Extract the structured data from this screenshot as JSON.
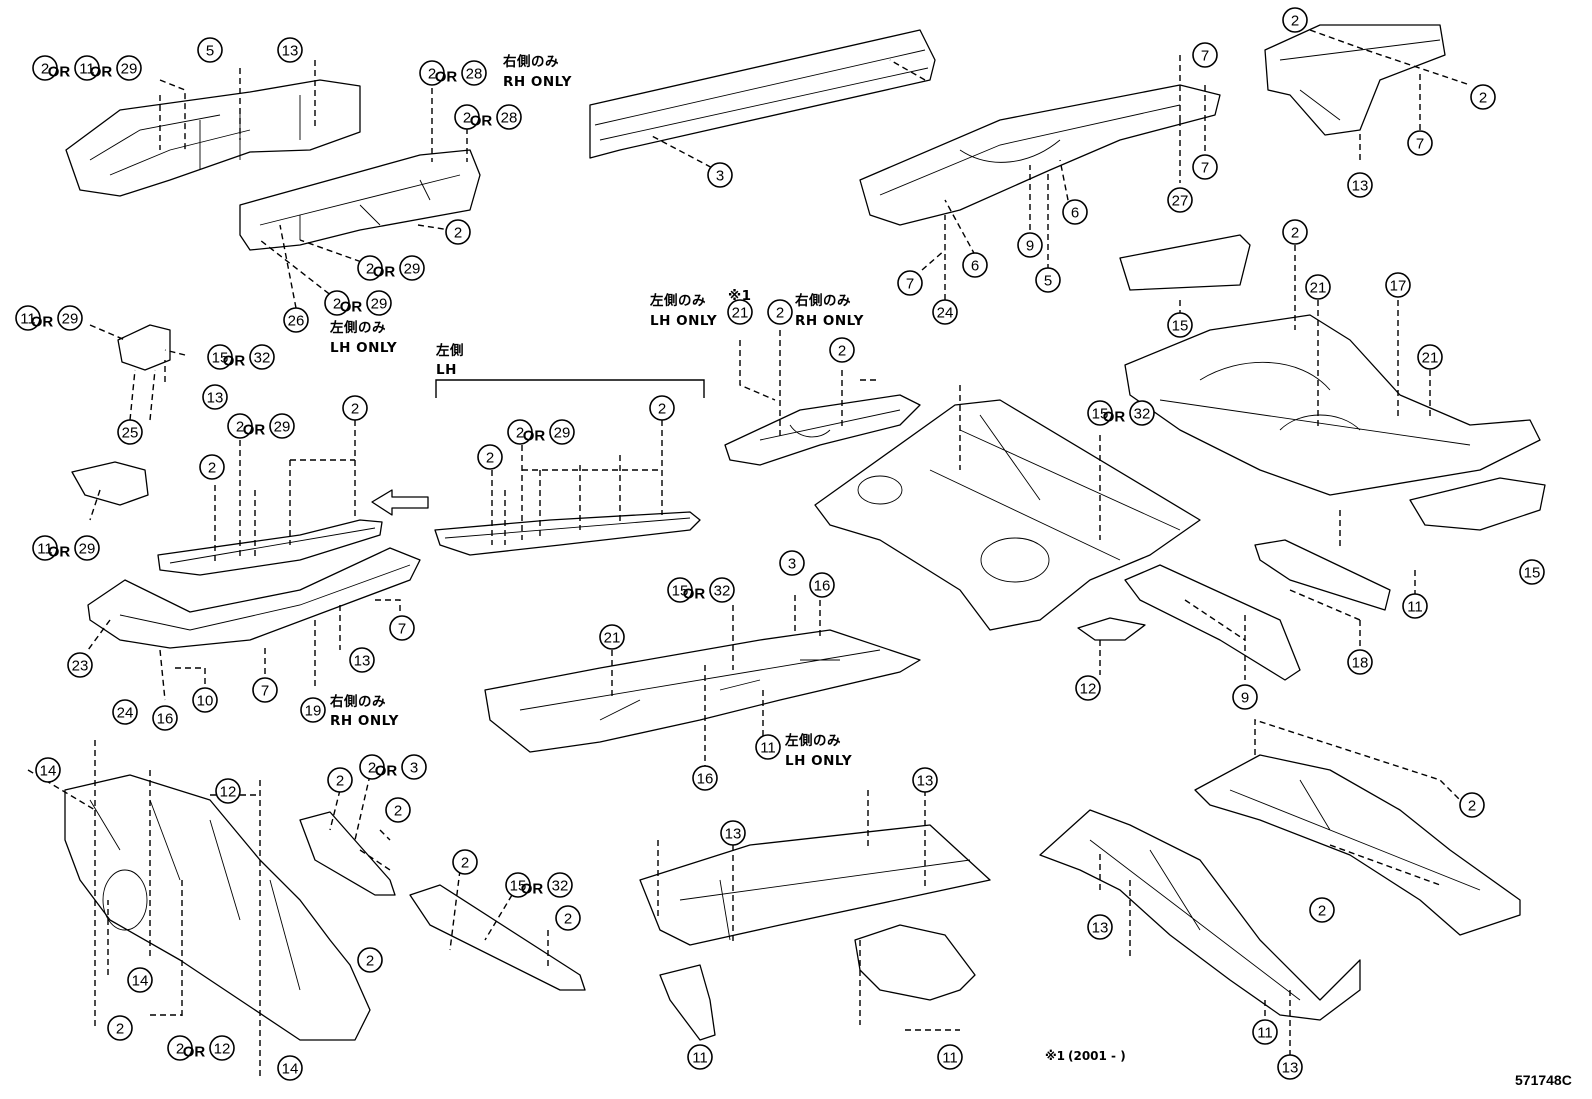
{
  "diagram_code": "571748C",
  "footnote": {
    "mark": "※1",
    "text": "(2001 -     )"
  },
  "side_label": {
    "jp": "左側",
    "en": "LH"
  },
  "connector_or": "OR",
  "notes": {
    "rh_only_jp": "右側のみ",
    "rh_only_en": "RH ONLY",
    "lh_only_jp": "左側のみ",
    "lh_only_en": "LH ONLY",
    "star_mark": "※1"
  },
  "callouts": [
    {
      "id": "c-2-11-29-a",
      "nums": [
        "2",
        "11",
        "29"
      ]
    },
    {
      "id": "c-5-a",
      "nums": [
        "5"
      ]
    },
    {
      "id": "c-13-a",
      "nums": [
        "13"
      ]
    },
    {
      "id": "c-2-28-a",
      "nums": [
        "2",
        "28"
      ]
    },
    {
      "id": "c-2-28-b",
      "nums": [
        "2",
        "28"
      ]
    },
    {
      "id": "c-2-a",
      "nums": [
        "2"
      ]
    },
    {
      "id": "c-2-29-a",
      "nums": [
        "2",
        "29"
      ]
    },
    {
      "id": "c-2-29-b",
      "nums": [
        "2",
        "29"
      ]
    },
    {
      "id": "c-26",
      "nums": [
        "26"
      ]
    },
    {
      "id": "c-3-a",
      "nums": [
        "3"
      ]
    },
    {
      "id": "c-7-a",
      "nums": [
        "7"
      ]
    },
    {
      "id": "c-7-b",
      "nums": [
        "7"
      ]
    },
    {
      "id": "c-27",
      "nums": [
        "27"
      ]
    },
    {
      "id": "c-6-a",
      "nums": [
        "6"
      ]
    },
    {
      "id": "c-6-b",
      "nums": [
        "6"
      ]
    },
    {
      "id": "c-9-a",
      "nums": [
        "9"
      ]
    },
    {
      "id": "c-5-b",
      "nums": [
        "5"
      ]
    },
    {
      "id": "c-7-c",
      "nums": [
        "7"
      ]
    },
    {
      "id": "c-24-a",
      "nums": [
        "24"
      ]
    },
    {
      "id": "c-2-b",
      "nums": [
        "2"
      ]
    },
    {
      "id": "c-2-c",
      "nums": [
        "2"
      ]
    },
    {
      "id": "c-7-d",
      "nums": [
        "7"
      ]
    },
    {
      "id": "c-13-b",
      "nums": [
        "13"
      ]
    },
    {
      "id": "c-11-29-a",
      "nums": [
        "11",
        "29"
      ]
    },
    {
      "id": "c-15-32-a",
      "nums": [
        "15",
        "32"
      ]
    },
    {
      "id": "c-13-c",
      "nums": [
        "13"
      ]
    },
    {
      "id": "c-25",
      "nums": [
        "25"
      ]
    },
    {
      "id": "c-21-a",
      "nums": [
        "21"
      ]
    },
    {
      "id": "c-2-d",
      "nums": [
        "2"
      ]
    },
    {
      "id": "c-2-e",
      "nums": [
        "2"
      ]
    },
    {
      "id": "c-15-a",
      "nums": [
        "15"
      ]
    },
    {
      "id": "c-2-f",
      "nums": [
        "2"
      ]
    },
    {
      "id": "c-21-b",
      "nums": [
        "21"
      ]
    },
    {
      "id": "c-17",
      "nums": [
        "17"
      ]
    },
    {
      "id": "c-21-c",
      "nums": [
        "21"
      ]
    },
    {
      "id": "c-15-32-b",
      "nums": [
        "15",
        "32"
      ]
    },
    {
      "id": "c-2-g",
      "nums": [
        "2"
      ]
    },
    {
      "id": "c-2-29-c",
      "nums": [
        "2",
        "29"
      ]
    },
    {
      "id": "c-2-h",
      "nums": [
        "2"
      ]
    },
    {
      "id": "c-11-29-b",
      "nums": [
        "11",
        "29"
      ]
    },
    {
      "id": "c-2-i",
      "nums": [
        "2"
      ]
    },
    {
      "id": "c-2-29-d",
      "nums": [
        "2",
        "29"
      ]
    },
    {
      "id": "c-2-j",
      "nums": [
        "2"
      ]
    },
    {
      "id": "c-15-b",
      "nums": [
        "15"
      ]
    },
    {
      "id": "c-11-a",
      "nums": [
        "11"
      ]
    },
    {
      "id": "c-18",
      "nums": [
        "18"
      ]
    },
    {
      "id": "c-12-a",
      "nums": [
        "12"
      ]
    },
    {
      "id": "c-9-b",
      "nums": [
        "9"
      ]
    },
    {
      "id": "c-7-e",
      "nums": [
        "7"
      ]
    },
    {
      "id": "c-13-d",
      "nums": [
        "13"
      ]
    },
    {
      "id": "c-23",
      "nums": [
        "23"
      ]
    },
    {
      "id": "c-7-f",
      "nums": [
        "7"
      ]
    },
    {
      "id": "c-24-b",
      "nums": [
        "24"
      ]
    },
    {
      "id": "c-16-a",
      "nums": [
        "16"
      ]
    },
    {
      "id": "c-10",
      "nums": [
        "10"
      ]
    },
    {
      "id": "c-19",
      "nums": [
        "19"
      ]
    },
    {
      "id": "c-15-32-c",
      "nums": [
        "15",
        "32"
      ]
    },
    {
      "id": "c-3-b",
      "nums": [
        "3"
      ]
    },
    {
      "id": "c-16-b",
      "nums": [
        "16"
      ]
    },
    {
      "id": "c-21-d",
      "nums": [
        "21"
      ]
    },
    {
      "id": "c-11-b",
      "nums": [
        "11"
      ]
    },
    {
      "id": "c-16-c",
      "nums": [
        "16"
      ]
    },
    {
      "id": "c-14-a",
      "nums": [
        "14"
      ]
    },
    {
      "id": "c-12-b",
      "nums": [
        "12"
      ]
    },
    {
      "id": "c-2-k",
      "nums": [
        "2"
      ]
    },
    {
      "id": "c-2-3",
      "nums": [
        "2",
        "3"
      ]
    },
    {
      "id": "c-2-l",
      "nums": [
        "2"
      ]
    },
    {
      "id": "c-2-m",
      "nums": [
        "2"
      ]
    },
    {
      "id": "c-15-32-d",
      "nums": [
        "15",
        "32"
      ]
    },
    {
      "id": "c-2-n",
      "nums": [
        "2"
      ]
    },
    {
      "id": "c-2-o",
      "nums": [
        "2"
      ]
    },
    {
      "id": "c-14-b",
      "nums": [
        "14"
      ]
    },
    {
      "id": "c-2-p",
      "nums": [
        "2"
      ]
    },
    {
      "id": "c-2-12",
      "nums": [
        "2",
        "12"
      ]
    },
    {
      "id": "c-14-c",
      "nums": [
        "14"
      ]
    },
    {
      "id": "c-13-e",
      "nums": [
        "13"
      ]
    },
    {
      "id": "c-13-f",
      "nums": [
        "13"
      ]
    },
    {
      "id": "c-11-c",
      "nums": [
        "11"
      ]
    },
    {
      "id": "c-11-d",
      "nums": [
        "11"
      ]
    },
    {
      "id": "c-13-g",
      "nums": [
        "13"
      ]
    },
    {
      "id": "c-11-e",
      "nums": [
        "11"
      ]
    },
    {
      "id": "c-13-h",
      "nums": [
        "13"
      ]
    },
    {
      "id": "c-2-q",
      "nums": [
        "2"
      ]
    },
    {
      "id": "c-2-r",
      "nums": [
        "2"
      ]
    }
  ]
}
